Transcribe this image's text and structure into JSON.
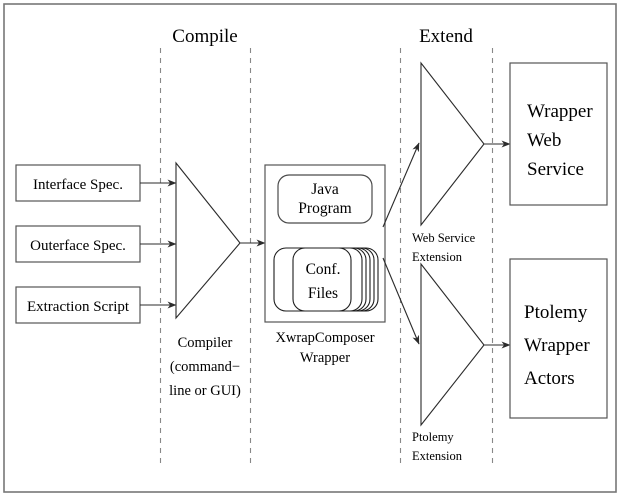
{
  "figure": {
    "type": "flow-diagram",
    "background_color": "#ffffff",
    "border_color": "#777777",
    "line_color": "#2b2b2b",
    "dashed_color": "#888888"
  },
  "phases": [
    {
      "label": "Compile"
    },
    {
      "label": "Extend"
    }
  ],
  "inputs": [
    {
      "label": "Interface Spec."
    },
    {
      "label": "Outerface Spec."
    },
    {
      "label": "Extraction Script"
    }
  ],
  "compiler": {
    "caption_line1": "Compiler",
    "caption_line2": "(command−",
    "caption_line3": "line or GUI)"
  },
  "wrapper": {
    "java_line1": "Java",
    "java_line2": "Program",
    "conf_line1": "Conf.",
    "conf_line2": "Files",
    "caption_line1": "XwrapComposer",
    "caption_line2": "Wrapper"
  },
  "extensions": [
    {
      "name": "web-service-extension",
      "caption_line1": "Web Service",
      "caption_line2": "Extension"
    },
    {
      "name": "ptolemy-extension",
      "caption_line1": "Ptolemy",
      "caption_line2": "Extension"
    }
  ],
  "outputs": [
    {
      "name": "wrapper-web-service",
      "line1": "Wrapper",
      "line2": "Web",
      "line3": "Service"
    },
    {
      "name": "ptolemy-wrapper-actors",
      "line1": "Ptolemy",
      "line2": "Wrapper",
      "line3": "Actors"
    }
  ]
}
